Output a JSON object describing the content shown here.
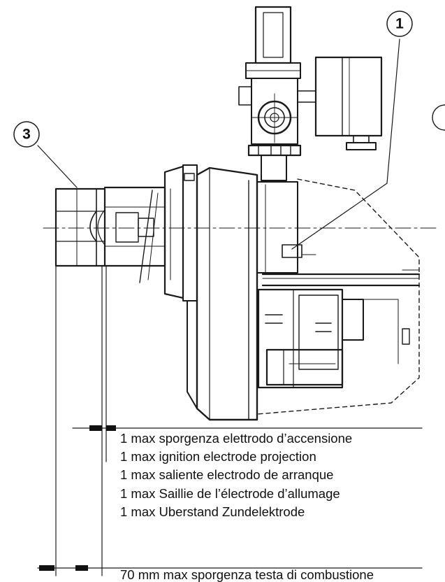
{
  "callouts": {
    "one": "1",
    "three": "3"
  },
  "notes": [
    "1 max sporgenza elettrodo d’accensione",
    "1 max ignition electrode projection",
    "1 max saliente electrodo de arranque",
    "1 max Saillie de l’électrode d’allumage",
    "1 max Uberstand Zundelektrode"
  ],
  "cut_note": "70 mm max  sporgenza testa di combustione"
}
